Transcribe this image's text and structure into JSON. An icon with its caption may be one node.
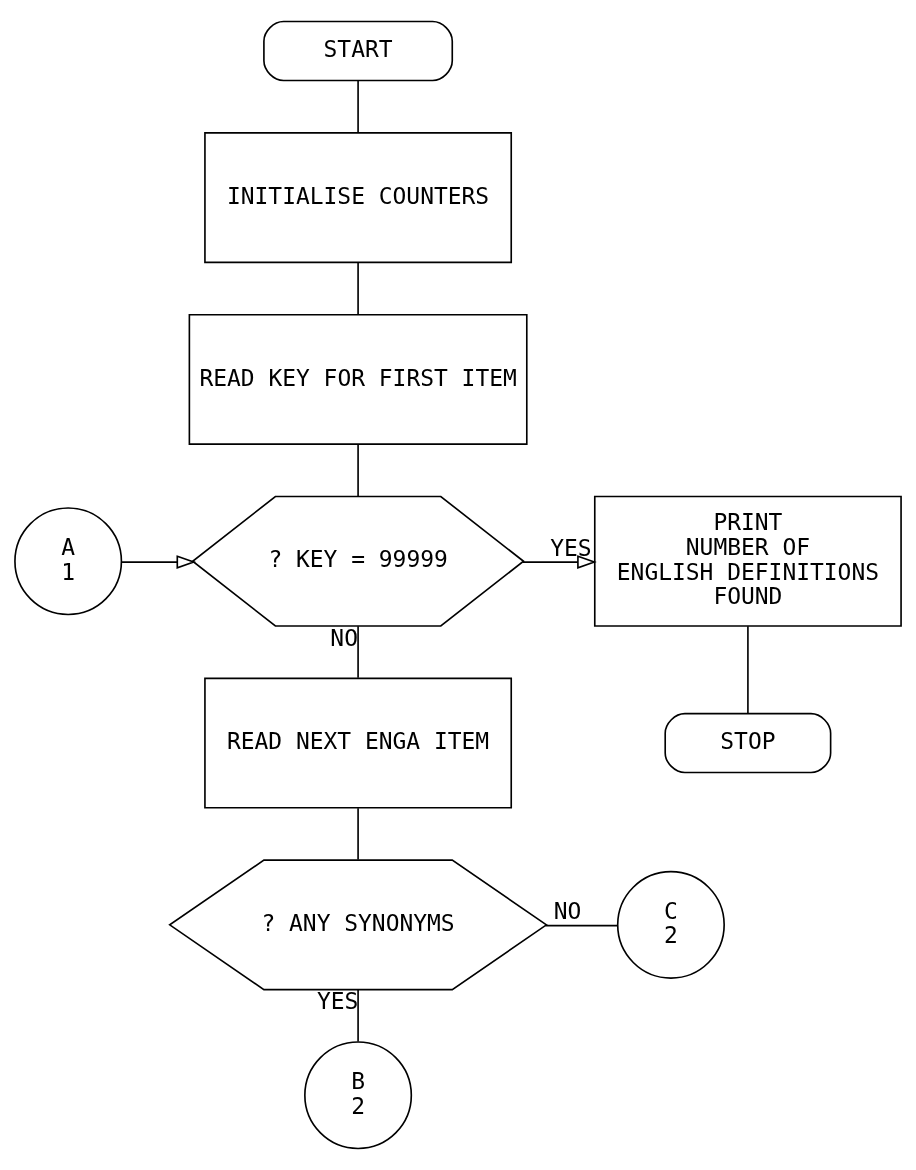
{
  "diagram": {
    "nodes": [
      {
        "text": [
          "START"
        ]
      },
      {
        "text": [
          "INITIALISE COUNTERS"
        ]
      },
      {
        "text": [
          "READ KEY FOR FIRST ITEM"
        ]
      },
      {
        "text": [
          "A",
          "1"
        ]
      },
      {
        "text": [
          "? KEY = 99999"
        ]
      },
      {
        "text": [
          "PRINT NUMBER OF ENGLISH DEFINITIONS FOUND"
        ]
      },
      {
        "text": [
          "READ NEXT ENGA ITEM"
        ]
      },
      {
        "text": [
          "STOP"
        ]
      },
      {
        "text": [
          "? ANY SYNONYMS"
        ]
      },
      {
        "text": [
          "C",
          "2"
        ]
      },
      {
        "text": [
          "B",
          "2"
        ]
      }
    ],
    "edges": [
      {
        "from": 0,
        "to": 1,
        "arrow": "none"
      },
      {
        "from": 1,
        "to": 2,
        "arrow": "none"
      },
      {
        "from": 2,
        "to": 4,
        "arrow": "none"
      },
      {
        "from": 3,
        "to": 4,
        "arrow": "to"
      },
      {
        "from": 4,
        "to": 5,
        "arrow": "to",
        "label": "YES"
      },
      {
        "from": 4,
        "to": 6,
        "arrow": "none",
        "label": "NO"
      },
      {
        "from": 5,
        "to": 7,
        "arrow": "none"
      },
      {
        "from": 6,
        "to": 8,
        "arrow": "none"
      },
      {
        "from": 8,
        "to": 9,
        "arrow": "none",
        "label": "NO"
      },
      {
        "from": 8,
        "to": 10,
        "arrow": "none",
        "label": "YES"
      }
    ]
  }
}
